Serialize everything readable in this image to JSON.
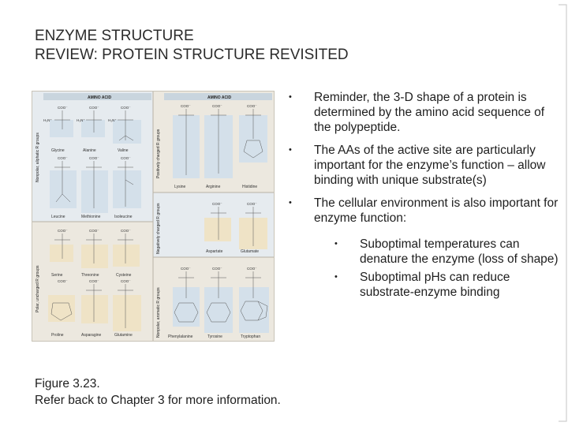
{
  "slide": {
    "title_line1": "ENZYME STRUCTURE",
    "title_line2": "REVIEW: PROTEIN STRUCTURE REVISITED"
  },
  "figure": {
    "left_header": "AMINO ACID",
    "right_header": "AMINO ACID",
    "group_labels": [
      "Nonpolar, aliphatic R groups",
      "Polar, uncharged R groups",
      "Positively charged R groups",
      "Negatively charged R groups",
      "Nonpolar, aromatic R groups"
    ],
    "amino_acids": [
      "Glycine",
      "Alanine",
      "Valine",
      "Leucine",
      "Methionine",
      "Isoleucine",
      "Serine",
      "Threonine",
      "Cysteine",
      "Proline",
      "Asparagine",
      "Glutamine",
      "Lysine",
      "Arginine",
      "Histidine",
      "Aspartate",
      "Glutamate",
      "Phenylalanine",
      "Tyrosine",
      "Tryptophan"
    ],
    "chem_coo": "COO⁻",
    "chem_h3n": "H₃N⁺",
    "chem_c": "C",
    "chem_h": "H"
  },
  "bullets": [
    "Reminder, the 3-D shape of a protein is determined by the amino acid sequence of the polypeptide.",
    "The AAs of the active site are particularly important for the enzyme’s function – allow binding with unique substrate(s)",
    "The cellular environment is also important for enzyme function:"
  ],
  "sub_bullets": [
    "Suboptimal temperatures can denature the enzyme (loss of shape)",
    "Suboptimal pHs can reduce substrate-enzyme binding"
  ],
  "bullet_symbol": "•",
  "caption": {
    "line1": "Figure 3.23.",
    "line2": "Refer back to Chapter 3 for more information."
  }
}
